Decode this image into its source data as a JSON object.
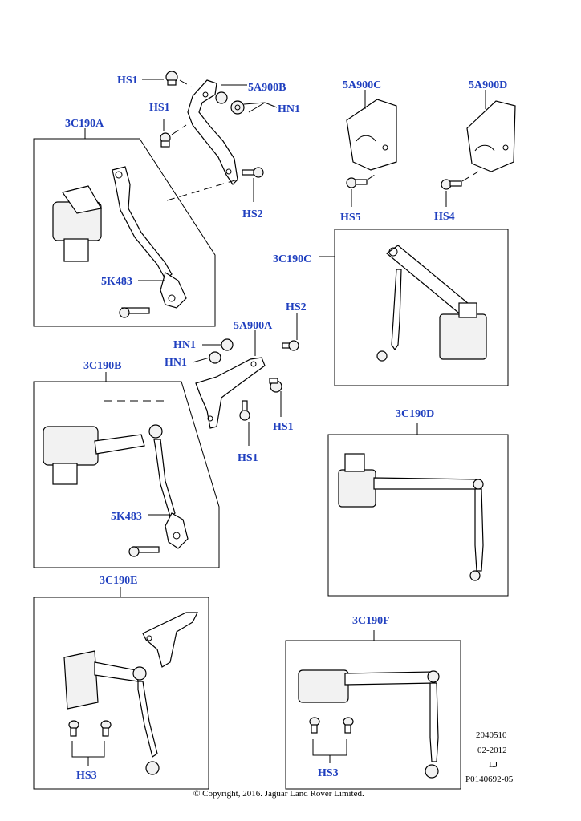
{
  "labels": {
    "hs1_a": "HS1",
    "p5a900b": "5A900B",
    "hs1_b": "HS1",
    "hn1_a": "HN1",
    "p3c190a": "3C190A",
    "hs2_a": "HS2",
    "p5k483_a": "5K483",
    "p5a900c": "5A900C",
    "p5a900d": "5A900D",
    "hs5": "HS5",
    "hs4": "HS4",
    "p3c190c": "3C190C",
    "hs2_b": "HS2",
    "p5a900a": "5A900A",
    "hn1_b": "HN1",
    "hn1_c": "HN1",
    "hs1_c": "HS1",
    "hs1_d": "HS1",
    "p3c190b": "3C190B",
    "p5k483_b": "5K483",
    "p3c190d": "3C190D",
    "p3c190e": "3C190E",
    "hs3_a": "HS3",
    "p3c190f": "3C190F",
    "hs3_b": "HS3"
  },
  "footer": {
    "code1": "2040510",
    "code2": "02-2012",
    "code3": "LJ",
    "code4": "P0140692-05",
    "copyright": "© Copyright, 2016. Jaguar Land Rover Limited."
  },
  "colors": {
    "label": "#1f3fbf",
    "line": "#000000"
  }
}
